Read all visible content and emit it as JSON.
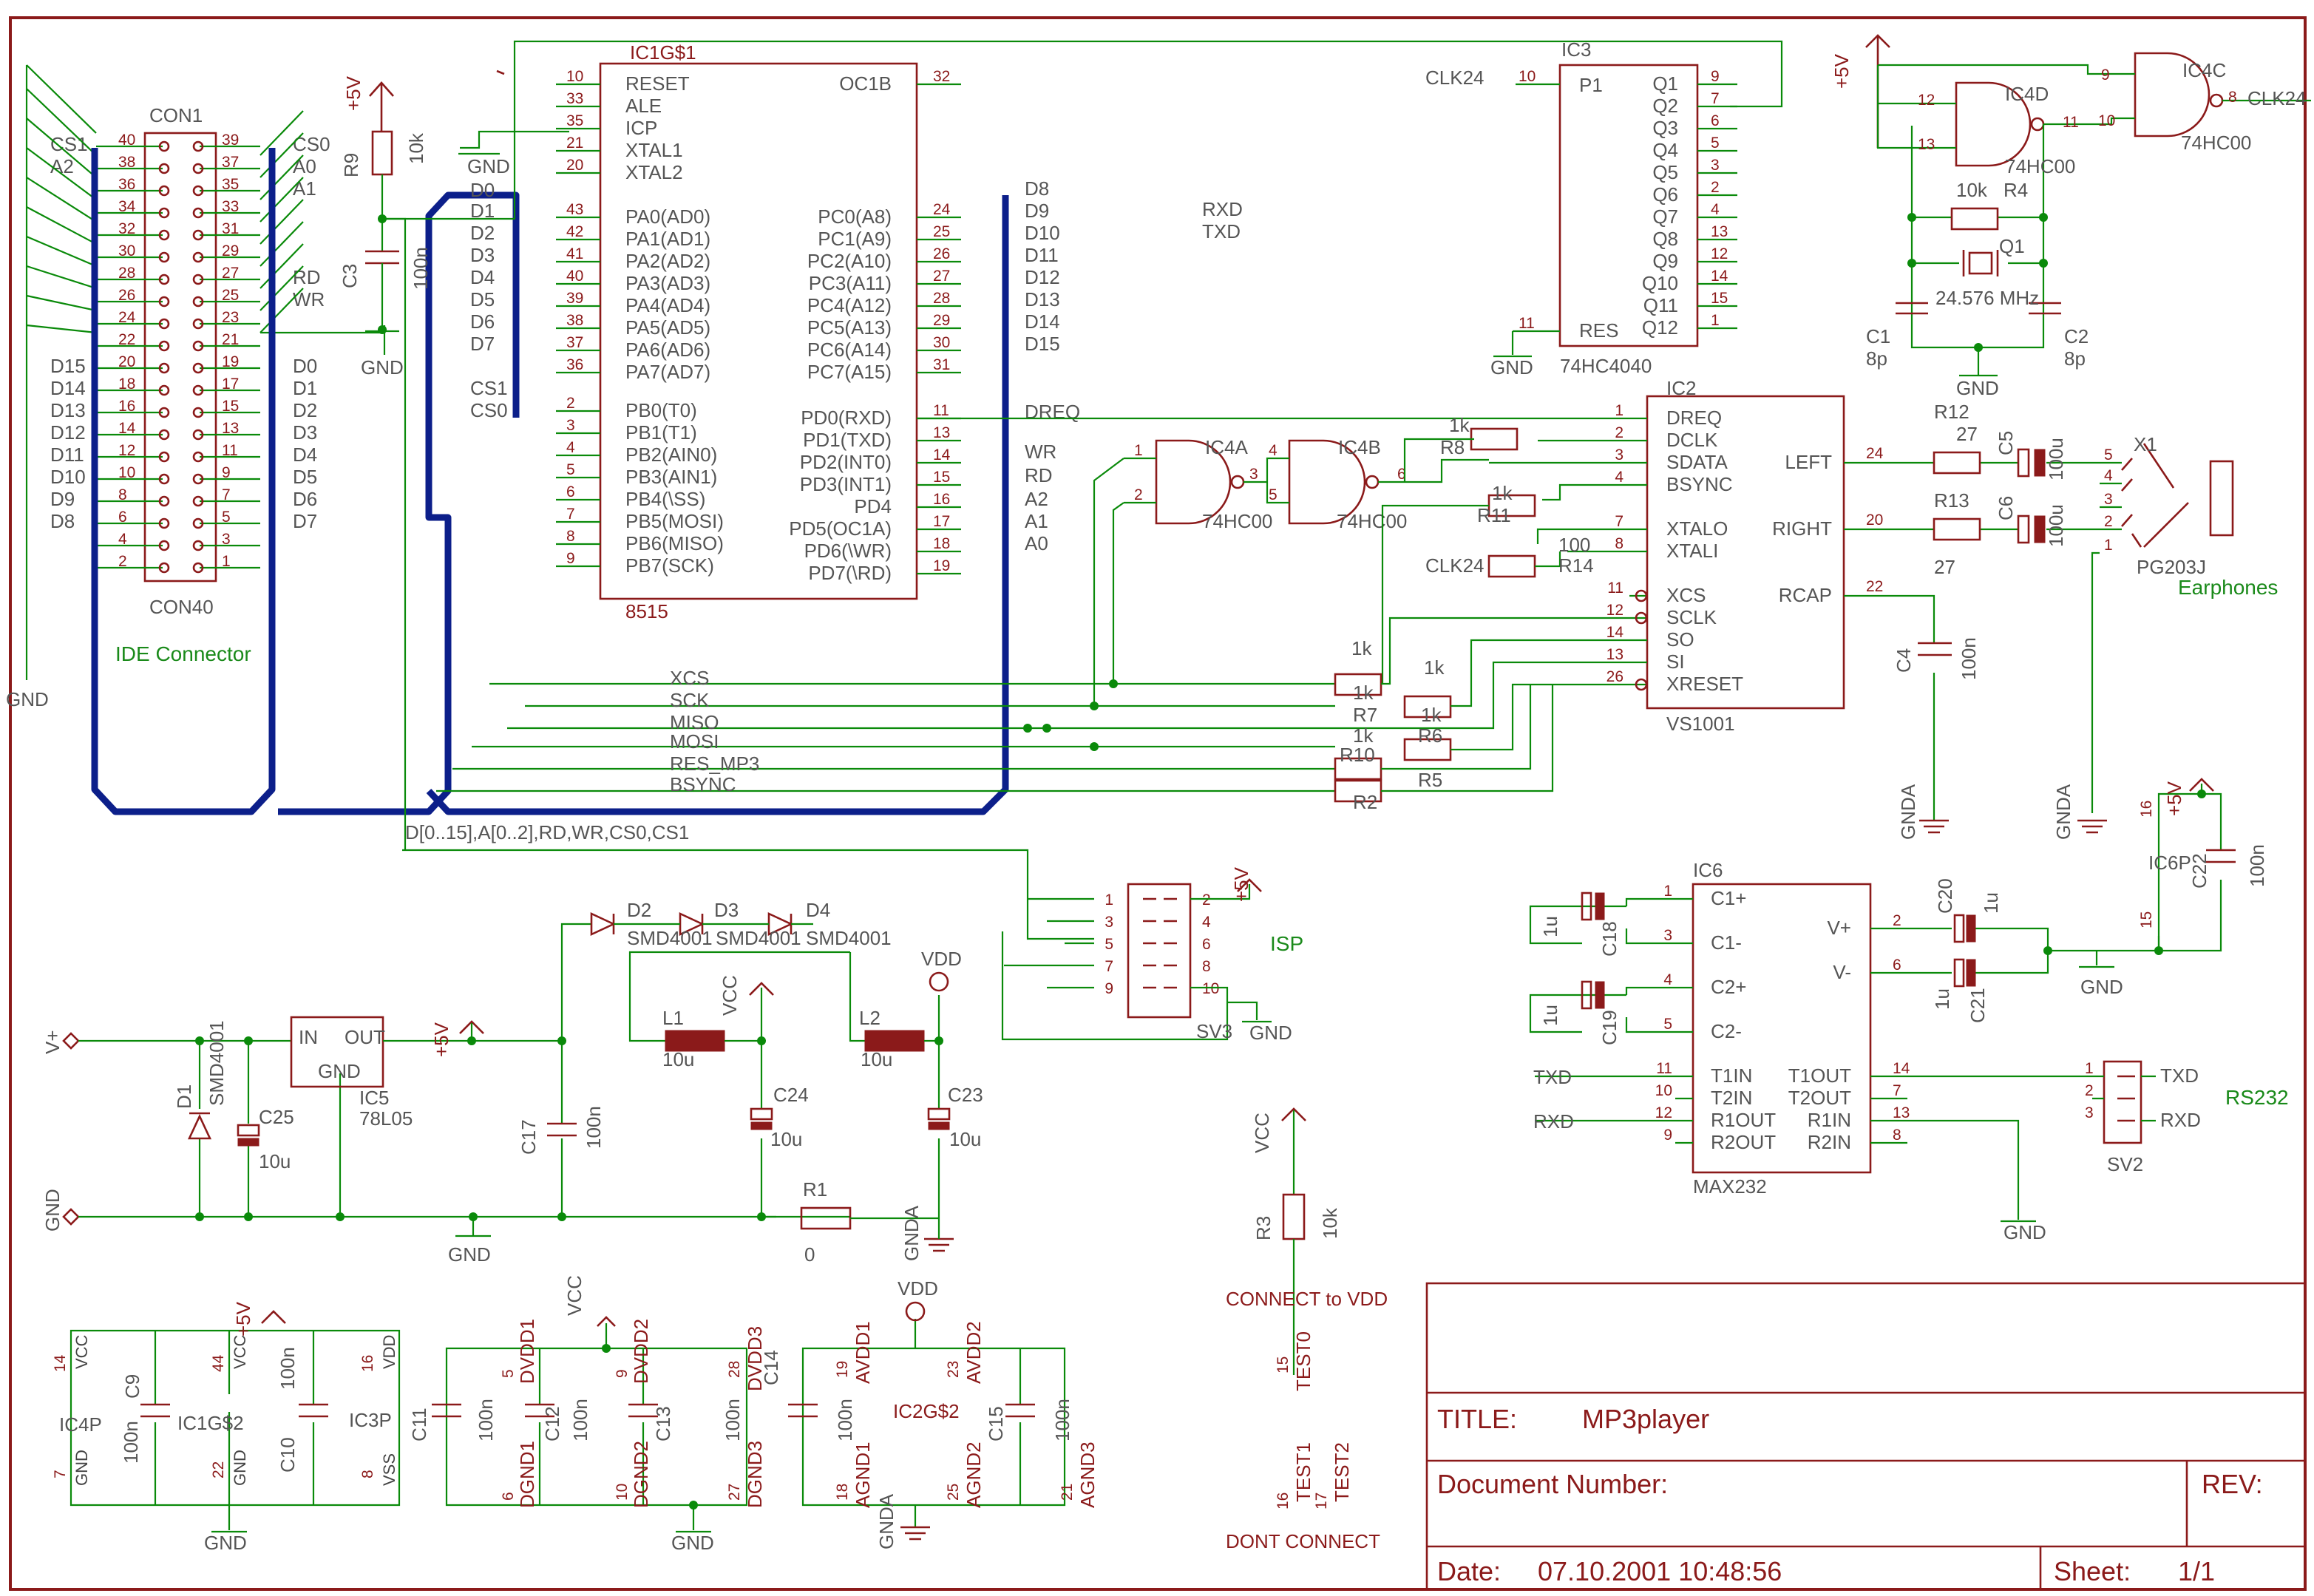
{
  "title_block": {
    "title_label": "TITLE:",
    "title_value": "MP3player",
    "doc_number_label": "Document Number:",
    "rev_label": "REV:",
    "date_label": "Date:",
    "date_value": "07.10.2001 10:48:56",
    "sheet_label": "Sheet:",
    "sheet_value": "1/1"
  },
  "ide": {
    "name": "CON1",
    "bottom_name": "CON40",
    "label": "IDE Connector",
    "left_pins": [
      "40",
      "38",
      "36",
      "34",
      "32",
      "30",
      "28",
      "26",
      "24",
      "22",
      "20",
      "18",
      "16",
      "14",
      "12",
      "10",
      "8",
      "6",
      "4",
      "2"
    ],
    "right_pins": [
      "39",
      "37",
      "35",
      "33",
      "31",
      "29",
      "27",
      "25",
      "23",
      "21",
      "19",
      "17",
      "15",
      "13",
      "11",
      "9",
      "7",
      "5",
      "3",
      "1"
    ],
    "left_signals": [
      "CS1",
      "A2",
      "",
      "",
      "",
      "",
      "",
      "",
      "",
      "",
      "D15",
      "D14",
      "D13",
      "D12",
      "D11",
      "D10",
      "D9",
      "D8",
      "",
      ""
    ],
    "right_signals": [
      "CS0",
      "A0",
      "A1",
      "",
      "",
      "",
      "RD",
      "WR",
      "",
      "",
      "D0",
      "D1",
      "D2",
      "D3",
      "D4",
      "D5",
      "D6",
      "D7",
      "",
      ""
    ],
    "gnd": "GND"
  },
  "mcu": {
    "name": "IC1G$1",
    "part": "8515",
    "left_pins": [
      {
        "num": "10",
        "name": "RESET"
      },
      {
        "num": "33",
        "name": "ALE"
      },
      {
        "num": "35",
        "name": "ICP"
      },
      {
        "num": "21",
        "name": "XTAL1"
      },
      {
        "num": "20",
        "name": "XTAL2"
      },
      {
        "num": "43",
        "name": "PA0(AD0)"
      },
      {
        "num": "42",
        "name": "PA1(AD1)"
      },
      {
        "num": "41",
        "name": "PA2(AD2)"
      },
      {
        "num": "40",
        "name": "PA3(AD3)"
      },
      {
        "num": "39",
        "name": "PA4(AD4)"
      },
      {
        "num": "38",
        "name": "PA5(AD5)"
      },
      {
        "num": "37",
        "name": "PA6(AD6)"
      },
      {
        "num": "36",
        "name": "PA7(AD7)"
      },
      {
        "num": "2",
        "name": "PB0(T0)"
      },
      {
        "num": "3",
        "name": "PB1(T1)"
      },
      {
        "num": "4",
        "name": "PB2(AIN0)"
      },
      {
        "num": "5",
        "name": "PB3(AIN1)"
      },
      {
        "num": "6",
        "name": "PB4(\\SS)"
      },
      {
        "num": "7",
        "name": "PB5(MOSI)"
      },
      {
        "num": "8",
        "name": "PB6(MISO)"
      },
      {
        "num": "9",
        "name": "PB7(SCK)"
      }
    ],
    "right_pins": [
      {
        "num": "32",
        "name": "OC1B"
      },
      {
        "num": "24",
        "name": "PC0(A8)"
      },
      {
        "num": "25",
        "name": "PC1(A9)"
      },
      {
        "num": "26",
        "name": "PC2(A10)"
      },
      {
        "num": "27",
        "name": "PC3(A11)"
      },
      {
        "num": "28",
        "name": "PC4(A12)"
      },
      {
        "num": "29",
        "name": "PC5(A13)"
      },
      {
        "num": "30",
        "name": "PC6(A14)"
      },
      {
        "num": "31",
        "name": "PC7(A15)"
      },
      {
        "num": "11",
        "name": "PD0(RXD)"
      },
      {
        "num": "13",
        "name": "PD1(TXD)"
      },
      {
        "num": "14",
        "name": "PD2(INT0)"
      },
      {
        "num": "15",
        "name": "PD3(INT1)"
      },
      {
        "num": "16",
        "name": "PD4"
      },
      {
        "num": "17",
        "name": "PD5(OC1A)"
      },
      {
        "num": "18",
        "name": "PD6(\\WR)"
      },
      {
        "num": "19",
        "name": "PD7(\\RD)"
      }
    ],
    "left_nets": [
      "D0",
      "D1",
      "D2",
      "D3",
      "D4",
      "D5",
      "D6",
      "D7",
      "CS1",
      "CS0"
    ],
    "right_nets": [
      "D8",
      "D9",
      "D10",
      "D11",
      "D12",
      "D13",
      "D14",
      "D15",
      "RXD",
      "TXD",
      "DREQ",
      "WR",
      "RD",
      "A2",
      "A1",
      "A0"
    ]
  },
  "bus_label": "D[0..15],A[0..2],RD,WR,CS0,CS1",
  "r9": {
    "name": "R9",
    "value": "10k"
  },
  "c3": {
    "name": "C3",
    "value": "100n"
  },
  "ic3": {
    "name": "IC3",
    "part": "74HC4040",
    "clk_net": "CLK24",
    "in_pins": [
      {
        "num": "10",
        "name": "P1"
      },
      {
        "num": "11",
        "name": "RES"
      }
    ],
    "out_pins": [
      {
        "num": "9",
        "name": "Q1"
      },
      {
        "num": "7",
        "name": "Q2"
      },
      {
        "num": "6",
        "name": "Q3"
      },
      {
        "num": "5",
        "name": "Q4"
      },
      {
        "num": "3",
        "name": "Q5"
      },
      {
        "num": "2",
        "name": "Q6"
      },
      {
        "num": "4",
        "name": "Q7"
      },
      {
        "num": "13",
        "name": "Q8"
      },
      {
        "num": "12",
        "name": "Q9"
      },
      {
        "num": "14",
        "name": "Q10"
      },
      {
        "num": "15",
        "name": "Q11"
      },
      {
        "num": "1",
        "name": "Q12"
      }
    ]
  },
  "osc": {
    "ic4d": "IC4D",
    "ic4c": "IC4C",
    "gate_part": "74HC00",
    "pins": [
      "12",
      "13",
      "11",
      "9",
      "10",
      "8"
    ],
    "r4": {
      "name": "R4",
      "value": "10k"
    },
    "q1": {
      "name": "Q1",
      "value": "24.576 MHz"
    },
    "c1": {
      "name": "C1",
      "value": "8p"
    },
    "c2": {
      "name": "C2",
      "value": "8p"
    },
    "out_net": "CLK24"
  },
  "gates_ab": {
    "a": "IC4A",
    "b": "IC4B",
    "part": "74HC00",
    "pins": [
      "1",
      "2",
      "3",
      "5",
      "4",
      "6"
    ]
  },
  "vs1001": {
    "name": "IC2",
    "part": "VS1001",
    "left_pins": [
      {
        "num": "1",
        "name": "DREQ"
      },
      {
        "num": "2",
        "name": "DCLK"
      },
      {
        "num": "3",
        "name": "SDATA"
      },
      {
        "num": "4",
        "name": "BSYNC"
      },
      {
        "num": "7",
        "name": "XTALO"
      },
      {
        "num": "8",
        "name": "XTALI"
      },
      {
        "num": "11",
        "name": "XCS"
      },
      {
        "num": "12",
        "name": "SCLK"
      },
      {
        "num": "14",
        "name": "SO"
      },
      {
        "num": "13",
        "name": "SI"
      },
      {
        "num": "26",
        "name": "XRESET"
      }
    ],
    "right_pins": [
      {
        "num": "24",
        "name": "LEFT"
      },
      {
        "num": "20",
        "name": "RIGHT"
      },
      {
        "num": "22",
        "name": "RCAP"
      }
    ]
  },
  "spi_nets": [
    "XCS",
    "SCK",
    "MISO",
    "MOSI",
    "RES_MP3",
    "BSYNC"
  ],
  "resistors_1k": [
    {
      "name": "R8",
      "value": "1k"
    },
    {
      "name": "R11",
      "value": "1k"
    },
    {
      "name": "R7",
      "value": "1k"
    },
    {
      "name": "R6",
      "value": "1k"
    },
    {
      "name": "R10",
      "value": "1k"
    },
    {
      "name": "R5",
      "value": "1k"
    },
    {
      "name": "R2",
      "value": "1k"
    }
  ],
  "r14": {
    "name": "R14",
    "value": "100"
  },
  "audio": {
    "r12": {
      "name": "R12",
      "value": "27"
    },
    "r13": {
      "name": "R13",
      "value": "27"
    },
    "c5": {
      "name": "C5",
      "value": "100u"
    },
    "c6": {
      "name": "C6",
      "value": "100u"
    },
    "c4": {
      "name": "C4",
      "value": "100n"
    },
    "x1": "X1",
    "jack": "PG203J",
    "jack_label": "Earphones",
    "jack_pins": [
      "5",
      "4",
      "3",
      "2",
      "1"
    ],
    "gnda": "GNDA"
  },
  "isp": {
    "name": "SV3",
    "label": "ISP",
    "left_pins": [
      "1",
      "3",
      "5",
      "7",
      "9"
    ],
    "right_pins": [
      "2",
      "4",
      "6",
      "8",
      "10"
    ]
  },
  "power": {
    "vplus": "V+",
    "gnd": "GND",
    "d1": {
      "name": "D1",
      "value": "SMD4001"
    },
    "ic5": {
      "name": "IC5",
      "part": "78L05",
      "pins": [
        "IN",
        "OUT",
        "GND"
      ]
    },
    "c25": {
      "name": "C25",
      "value": "10u"
    },
    "c17": {
      "name": "C17",
      "value": "100n"
    },
    "diodes": [
      {
        "name": "D2",
        "value": "SMD4001"
      },
      {
        "name": "D3",
        "value": "SMD4001"
      },
      {
        "name": "D4",
        "value": "SMD4001"
      }
    ],
    "l1": {
      "name": "L1",
      "value": "10u"
    },
    "l2": {
      "name": "L2",
      "value": "10u"
    },
    "c24": {
      "name": "C24",
      "value": "10u"
    },
    "c23": {
      "name": "C23",
      "value": "10u"
    },
    "r1": {
      "name": "R1",
      "value": "0"
    },
    "vcc": "VCC",
    "vdd": "VDD",
    "plus5": "+5V",
    "gnda": "GNDA"
  },
  "max232": {
    "name": "IC6",
    "part": "MAX232",
    "left_pins": [
      {
        "num": "1",
        "name": "C1+"
      },
      {
        "num": "3",
        "name": "C1-"
      },
      {
        "num": "4",
        "name": "C2+"
      },
      {
        "num": "5",
        "name": "C2-"
      },
      {
        "num": "11",
        "name": "T1IN"
      },
      {
        "num": "10",
        "name": "T2IN"
      },
      {
        "num": "12",
        "name": "R1OUT"
      },
      {
        "num": "9",
        "name": "R2OUT"
      }
    ],
    "right_pins": [
      {
        "num": "2",
        "name": "V+"
      },
      {
        "num": "6",
        "name": "V-"
      },
      {
        "num": "14",
        "name": "T1OUT"
      },
      {
        "num": "7",
        "name": "T2OUT"
      },
      {
        "num": "13",
        "name": "R1IN"
      },
      {
        "num": "8",
        "name": "R2IN"
      }
    ],
    "c18": {
      "name": "C18",
      "value": "1u"
    },
    "c19": {
      "name": "C19",
      "value": "1u"
    },
    "c20": {
      "name": "C20",
      "value": "1u"
    },
    "c21": {
      "name": "C21",
      "value": "1u"
    },
    "c22": {
      "name": "C22",
      "value": "100n"
    },
    "ic6p": "IC6P",
    "ic6p_pins": [
      "16",
      "15"
    ],
    "txd": "TXD",
    "rxd": "RXD"
  },
  "rs232": {
    "name": "SV2",
    "label": "RS232",
    "pins": [
      "1",
      "2",
      "3"
    ],
    "nets": [
      "TXD",
      "RXD"
    ]
  },
  "test": {
    "r3": {
      "name": "R3",
      "value": "10k"
    },
    "vcc": "VCC",
    "connect_label": "CONNECT to VDD",
    "dont_label": "DONT CONNECT",
    "test0": {
      "num": "15",
      "name": "TEST0"
    },
    "test1": {
      "num": "16",
      "name": "TEST1"
    },
    "test2": {
      "num": "17",
      "name": "TEST2"
    }
  },
  "decoupling": {
    "ic4p": "IC4P",
    "ic1g2": "IC1G$2",
    "ic3p": "IC3P",
    "ic2g2": "IC2G$2",
    "c9": {
      "name": "C9",
      "value": "100n"
    },
    "c10": {
      "name": "C10",
      "value": "100n"
    },
    "c11": {
      "name": "C11",
      "value": "100n"
    },
    "c12": {
      "name": "C12",
      "value": "100n"
    },
    "c13": {
      "name": "C13",
      "value": "100n"
    },
    "c14": {
      "name": "C14",
      "value": "100n"
    },
    "c15": {
      "name": "C15",
      "value": "100n"
    },
    "pin_names": [
      "VCC",
      "GND",
      "VCC",
      "GND",
      "VDD",
      "VSS"
    ],
    "pin_nums": [
      "14",
      "7",
      "44",
      "22",
      "16",
      "8"
    ],
    "dv_pins": [
      {
        "num": "5",
        "name": "DVDD1"
      },
      {
        "num": "9",
        "name": "DVDD2"
      },
      {
        "num": "28",
        "name": "DVDD3"
      },
      {
        "num": "6",
        "name": "DGND1"
      },
      {
        "num": "10",
        "name": "DGND2"
      },
      {
        "num": "27",
        "name": "DGND3"
      }
    ],
    "av_pins": [
      {
        "num": "19",
        "name": "AVDD1"
      },
      {
        "num": "23",
        "name": "AVDD2"
      },
      {
        "num": "18",
        "name": "AGND1"
      },
      {
        "num": "25",
        "name": "AGND2"
      },
      {
        "num": "21",
        "name": "AGND3"
      }
    ]
  }
}
